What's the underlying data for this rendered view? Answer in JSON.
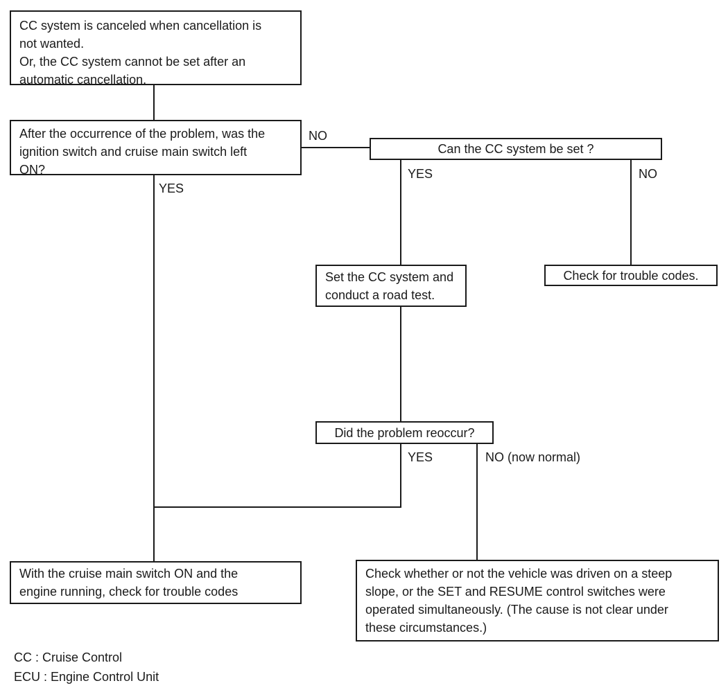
{
  "colors": {
    "ink": "#1a1a1a",
    "paper": "#ffffff"
  },
  "nodes": {
    "symptom": {
      "text": "CC system is canceled when cancellation is\nnot wanted.\nOr, the CC system cannot be set after an\nautomatic cancellation."
    },
    "ignition_question": {
      "text": "After the occurrence of the problem, was the\nignition switch and cruise main switch left\nON?"
    },
    "can_set_question": {
      "text": "Can the CC system be set ?"
    },
    "set_road_test": {
      "text": "Set the CC system and\nconduct a road test."
    },
    "check_trouble_codes": {
      "text": "Check for trouble codes."
    },
    "reoccur_question": {
      "text": "Did the problem reoccur?"
    },
    "main_switch_check": {
      "text": "With the cruise main switch ON and the\nengine running, check for trouble codes"
    },
    "steep_slope_check": {
      "text": "Check whether or not the vehicle was driven on a steep\nslope, or the SET and RESUME control switches were\noperated simultaneously. (The cause is not clear under\nthese circumstances.)"
    }
  },
  "branch_labels": {
    "ignition_no": "NO",
    "ignition_yes": "YES",
    "can_set_yes": "YES",
    "can_set_no": "NO",
    "reoccur_yes": "YES",
    "reoccur_no": "NO (now normal)"
  },
  "legend": {
    "cc": "CC : Cruise Control",
    "ecu": "ECU : Engine Control Unit"
  }
}
